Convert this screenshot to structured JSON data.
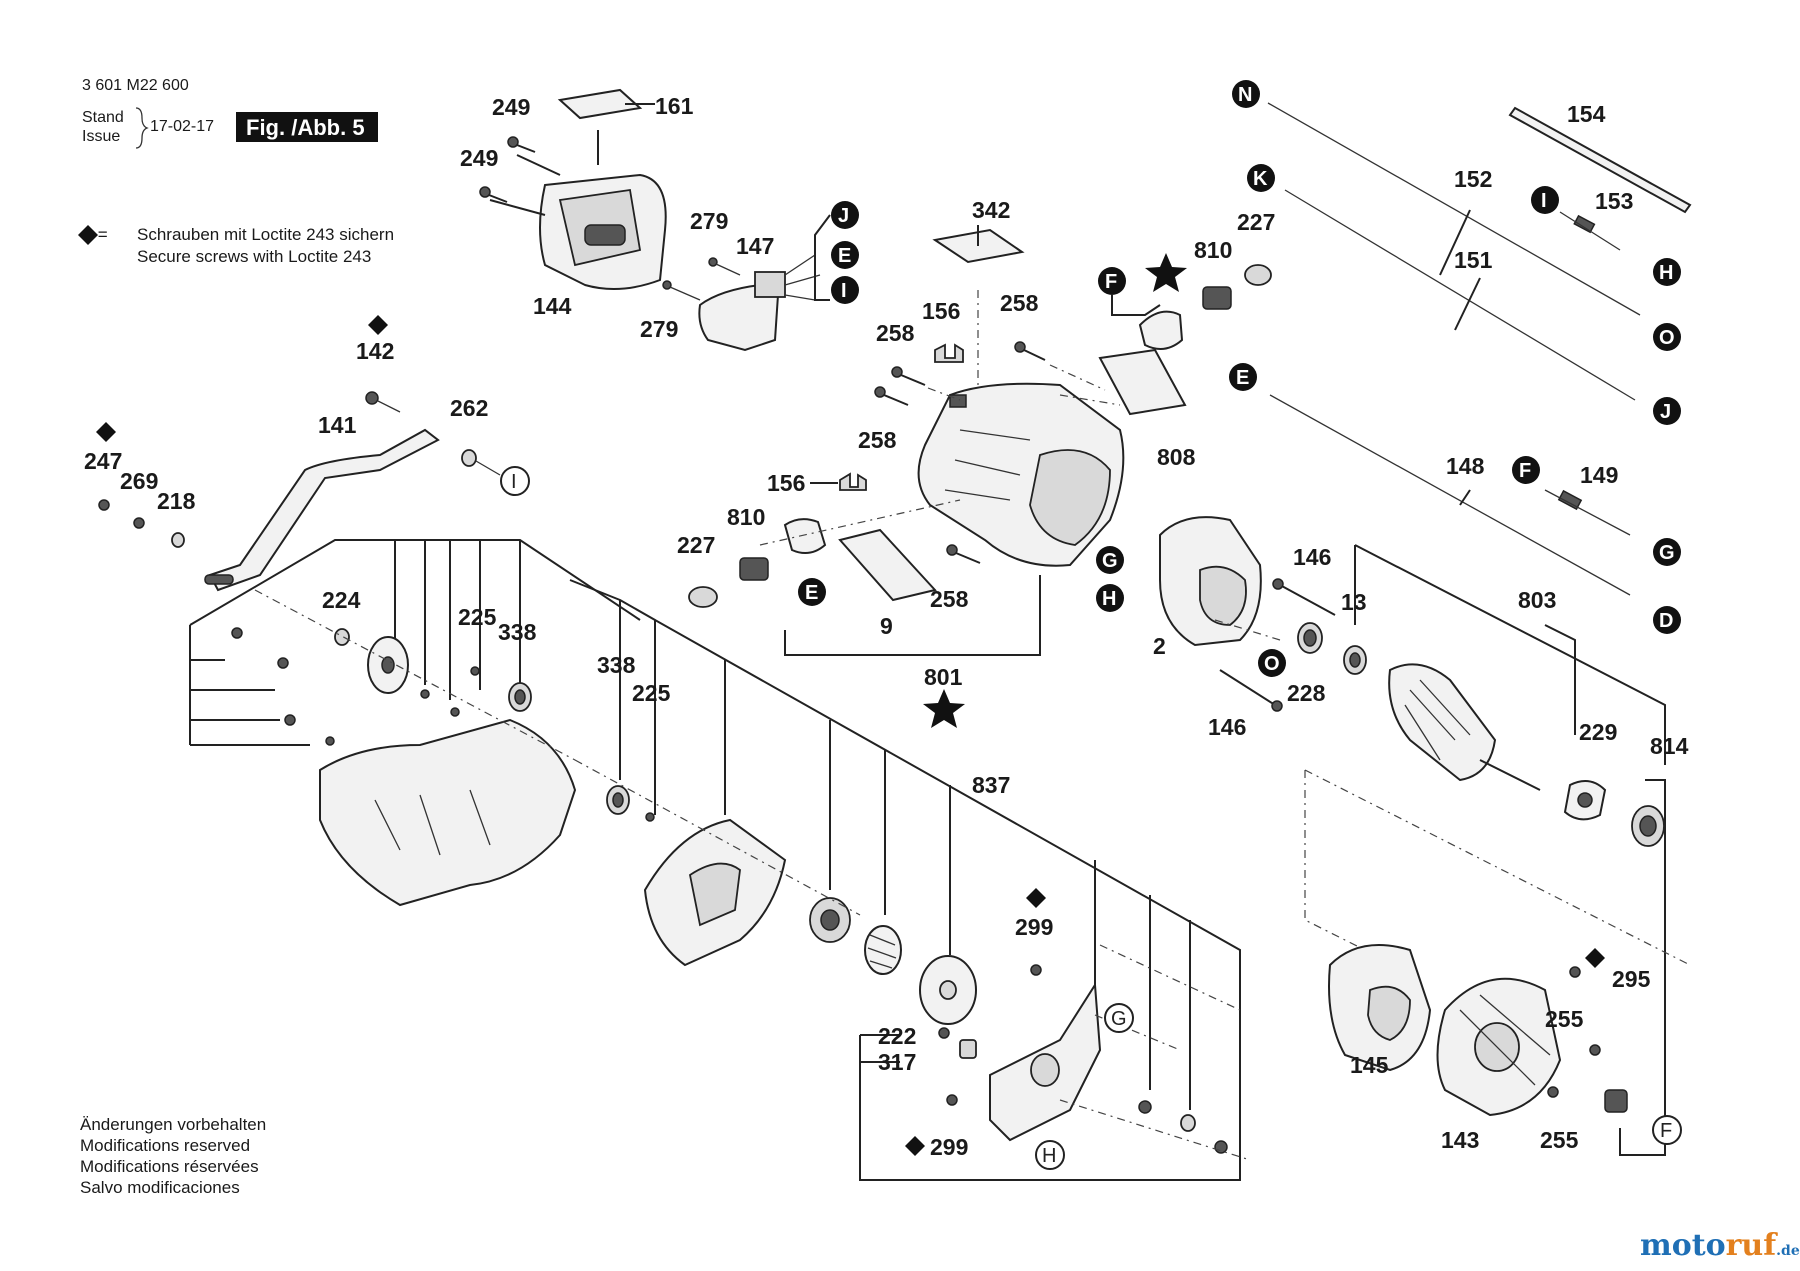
{
  "header": {
    "doc_number": "3 601 M22 600",
    "stand": "Stand",
    "issue": "Issue",
    "date": "17-02-17",
    "figure": "Fig. /Abb. 5"
  },
  "legend": {
    "symbol": "◆ =",
    "line1": "Schrauben mit Loctite 243 sichern",
    "line2": "Secure screws with Loctite 243"
  },
  "footer": {
    "line1": "Änderungen vorbehalten",
    "line2": "Modifications reserved",
    "line3": "Modifications réservées",
    "line4": "Salvo modificaciones"
  },
  "watermark": {
    "part1": "moto",
    "part2": "ruf",
    "part3": ".de"
  },
  "part_labels": [
    {
      "id": "249",
      "text": "249"
    },
    {
      "id": "249b",
      "text": "249"
    },
    {
      "id": "161",
      "text": "161"
    },
    {
      "id": "144",
      "text": "144"
    },
    {
      "id": "279",
      "text": "279"
    },
    {
      "id": "279b",
      "text": "279"
    },
    {
      "id": "147",
      "text": "147"
    },
    {
      "id": "342",
      "text": "342"
    },
    {
      "id": "156",
      "text": "156"
    },
    {
      "id": "258",
      "text": "258"
    },
    {
      "id": "258b",
      "text": "258"
    },
    {
      "id": "258c",
      "text": "258"
    },
    {
      "id": "258d",
      "text": "258"
    },
    {
      "id": "810",
      "text": "810"
    },
    {
      "id": "227",
      "text": "227"
    },
    {
      "id": "808",
      "text": "808"
    },
    {
      "id": "154",
      "text": "154"
    },
    {
      "id": "152",
      "text": "152"
    },
    {
      "id": "153",
      "text": "153"
    },
    {
      "id": "151",
      "text": "151"
    },
    {
      "id": "142",
      "text": "142"
    },
    {
      "id": "141",
      "text": "141"
    },
    {
      "id": "262",
      "text": "262"
    },
    {
      "id": "247",
      "text": "247"
    },
    {
      "id": "269",
      "text": "269"
    },
    {
      "id": "218",
      "text": "218"
    },
    {
      "id": "156b",
      "text": "156"
    },
    {
      "id": "810b",
      "text": "810"
    },
    {
      "id": "227b",
      "text": "227"
    },
    {
      "id": "9",
      "text": "9"
    },
    {
      "id": "801",
      "text": "801"
    },
    {
      "id": "148",
      "text": "148"
    },
    {
      "id": "149",
      "text": "149"
    },
    {
      "id": "146",
      "text": "146"
    },
    {
      "id": "13",
      "text": "13"
    },
    {
      "id": "803",
      "text": "803"
    },
    {
      "id": "2",
      "text": "2"
    },
    {
      "id": "228",
      "text": "228"
    },
    {
      "id": "146b",
      "text": "146"
    },
    {
      "id": "229",
      "text": "229"
    },
    {
      "id": "814",
      "text": "814"
    },
    {
      "id": "224",
      "text": "224"
    },
    {
      "id": "225",
      "text": "225"
    },
    {
      "id": "338",
      "text": "338"
    },
    {
      "id": "338b",
      "text": "338"
    },
    {
      "id": "225b",
      "text": "225"
    },
    {
      "id": "837",
      "text": "837"
    },
    {
      "id": "299",
      "text": "299"
    },
    {
      "id": "222",
      "text": "222"
    },
    {
      "id": "317",
      "text": "317"
    },
    {
      "id": "299b",
      "text": "299"
    },
    {
      "id": "295",
      "text": "295"
    },
    {
      "id": "255",
      "text": "255"
    },
    {
      "id": "145",
      "text": "145"
    },
    {
      "id": "143",
      "text": "143"
    },
    {
      "id": "255b",
      "text": "255"
    }
  ],
  "connector_markers": {
    "J": "J",
    "E": "E",
    "I": "I",
    "F": "F",
    "G": "G",
    "H": "H",
    "N": "N",
    "K": "K",
    "O": "O",
    "D": "D"
  }
}
